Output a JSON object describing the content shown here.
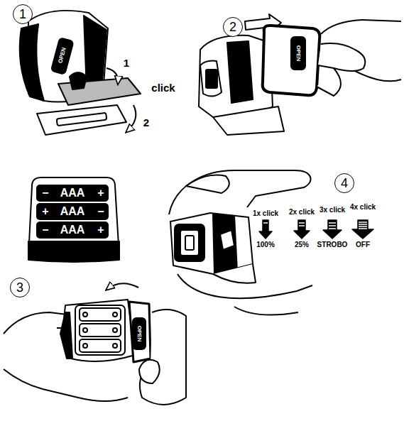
{
  "diagram": {
    "nodes": [
      {
        "text": [
          "1"
        ]
      },
      {
        "text": [
          "2"
        ]
      },
      {
        "text": [
          "3"
        ]
      },
      {
        "text": [
          "4"
        ]
      }
    ],
    "labels": [
      "OPEN",
      "1",
      "click",
      "2",
      "OPEN",
      "−",
      "AAA",
      "+",
      "+",
      "AAA",
      "−",
      "−",
      "AAA",
      "+",
      "OPEN",
      "1x click",
      "2x click",
      "3x click",
      "4x click",
      "100%",
      "25%",
      "STROBO",
      "OFF"
    ]
  }
}
